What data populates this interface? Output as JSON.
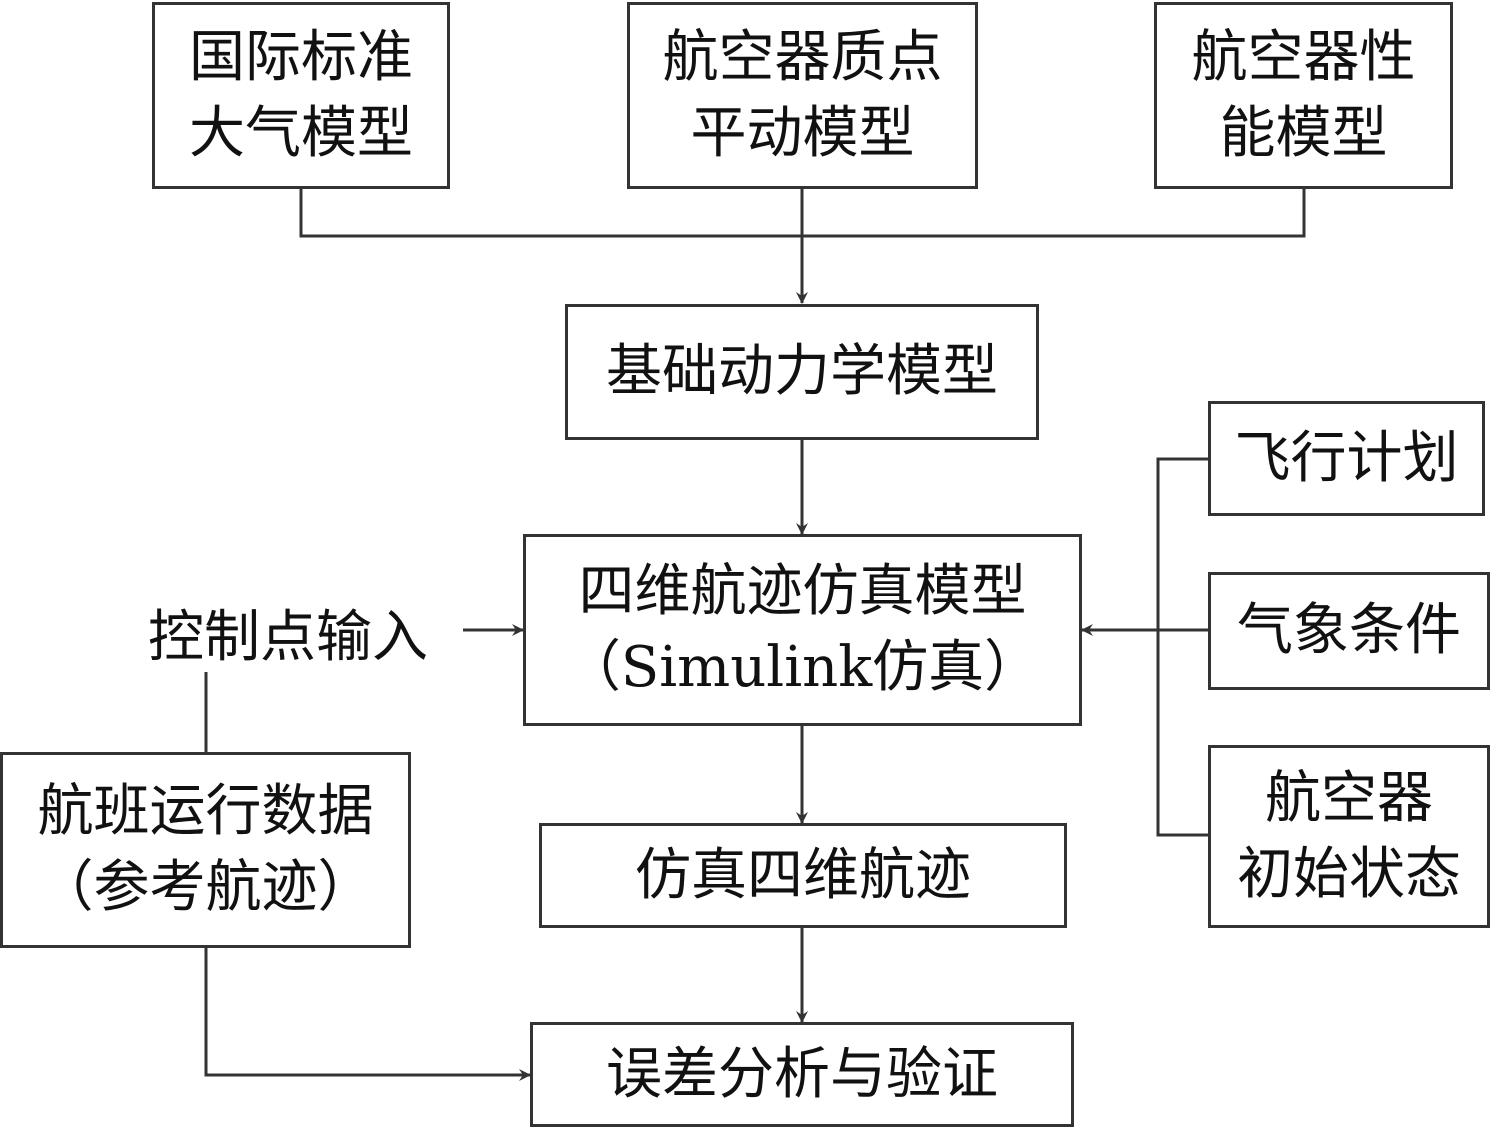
{
  "nodes": {
    "isa_atmosphere": {
      "lines": [
        "国际标准",
        "大气模型"
      ]
    },
    "point_mass": {
      "lines": [
        "航空器质点",
        "平动模型"
      ]
    },
    "performance": {
      "lines": [
        "航空器性",
        "能模型"
      ]
    },
    "basic_dynamics": {
      "lines": [
        "基础动力学模型"
      ]
    },
    "trajectory_sim": {
      "lines": [
        "四维航迹仿真模型",
        "（Simulink仿真）"
      ]
    },
    "flight_plan": {
      "lines": [
        "飞行计划"
      ]
    },
    "weather": {
      "lines": [
        "气象条件"
      ]
    },
    "initial_state": {
      "lines": [
        "航空器",
        "初始状态"
      ]
    },
    "control_input": {
      "text": "控制点输入"
    },
    "flight_data": {
      "lines": [
        "航班运行数据",
        "（参考航迹）"
      ]
    },
    "sim_trajectory": {
      "lines": [
        "仿真四维航迹"
      ]
    },
    "error_analysis": {
      "lines": [
        "误差分析与验证"
      ]
    }
  },
  "colors": {
    "stroke": "#333333",
    "text": "#111111",
    "background": "#ffffff"
  }
}
